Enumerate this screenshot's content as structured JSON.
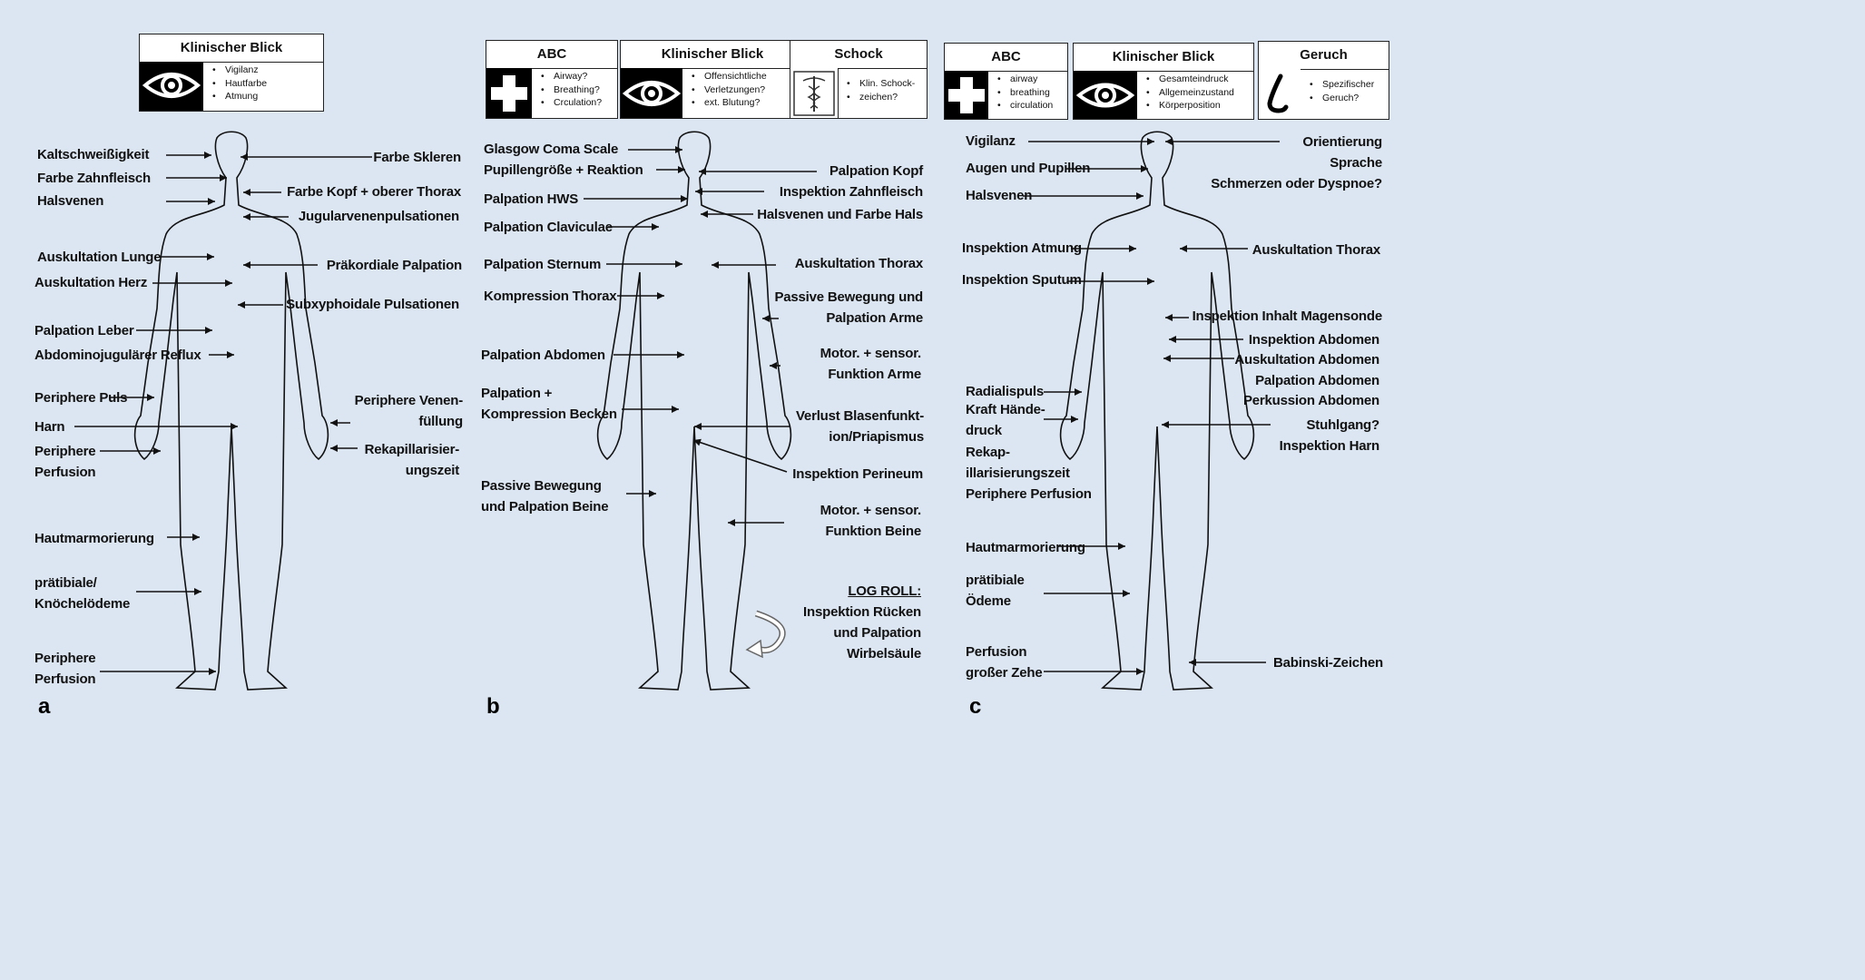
{
  "panels": {
    "a": {
      "letter": "a",
      "boxes": [
        {
          "title": "Klinischer Blick",
          "icon": "eye-icon",
          "items": [
            "Vigilanz",
            "Hautfarbe",
            "Atmung"
          ]
        }
      ],
      "left_labels": [
        "Kaltschweißigkeit",
        "Farbe Zahnfleisch",
        "Halsvenen",
        "Auskultation Lunge",
        "Auskultation Herz",
        "Palpation Leber",
        "Abdominojugulärer Reflux",
        "Periphere Puls",
        "Harn",
        "Periphere\nPerfusion",
        "Hautmarmorierung",
        "prätibiale/\nKnöchelödeme",
        "Periphere\nPerfusion"
      ],
      "right_labels": [
        "Farbe Skleren",
        "Farbe Kopf + oberer Thorax",
        "Jugularvenenpulsationen",
        "Präkordiale Palpation",
        "Subxyphoidale Pulsationen",
        "Periphere Venen-\nfüllung",
        "Rekapillarisier-\nungszeit"
      ]
    },
    "b": {
      "letter": "b",
      "boxes": [
        {
          "title": "ABC",
          "icon": "medical-cross-icon",
          "items": [
            "Airway?",
            "Breathing?",
            "Crculation?"
          ]
        },
        {
          "title": "Klinischer Blick",
          "icon": "eye-icon",
          "items": [
            "Offensichtliche",
            "Verletzungen?",
            "ext. Blutung?"
          ]
        },
        {
          "title": "Schock",
          "icon": "caduceus-icon",
          "items": [
            "Klin. Schock-",
            "zeichen?"
          ]
        }
      ],
      "left_labels": [
        "Glasgow Coma Scale",
        "Pupillengröße + Reaktion",
        "Palpation HWS",
        "Palpation Claviculae",
        "Palpation Sternum",
        "Kompression Thorax",
        "Palpation Abdomen",
        "Palpation +\nKompression Becken",
        "Passive Bewegung\nund Palpation Beine"
      ],
      "right_labels": [
        "Palpation Kopf",
        "Inspektion Zahnfleisch",
        "Halsvenen und Farbe Hals",
        "Auskultation Thorax",
        "Passive Bewegung und\nPalpation Arme",
        "Motor. + sensor.\nFunktion Arme",
        "Verlust Blasenfunkt-\nion/Priapismus",
        "Inspektion Perineum",
        "Motor. + sensor.\nFunktion Beine"
      ],
      "log_roll": {
        "title": "LOG ROLL:",
        "text": "Inspektion Rücken\nund Palpation\nWirbelsäule"
      }
    },
    "c": {
      "letter": "c",
      "boxes": [
        {
          "title": "ABC",
          "icon": "medical-cross-icon",
          "items": [
            "airway",
            "breathing",
            "circulation"
          ]
        },
        {
          "title": "Klinischer Blick",
          "icon": "eye-icon",
          "items": [
            "Gesamteindruck",
            "Allgemeinzustand",
            "Körperposition"
          ]
        },
        {
          "title": "Geruch",
          "icon": "nose-icon",
          "items": [
            "Spezifischer",
            "Geruch?"
          ]
        }
      ],
      "left_labels": [
        "Vigilanz",
        "Augen und Pupillen",
        "Halsvenen",
        "Inspektion Atmung",
        "Inspektion Sputum",
        "Radialispuls",
        "Kraft Hände-\ndruck",
        "Rekap-\nillarisierungszeit\nPeriphere Perfusion",
        "Hautmarmorierung",
        "prätibiale\nÖdeme",
        "Perfusion\ngroßer Zehe"
      ],
      "right_labels": [
        "Orientierung\nSprache\nSchmerzen oder Dyspnoe?",
        "Auskultation Thorax",
        "Inspektion Inhalt Magensonde",
        "Inspektion Abdomen",
        "Auskultation Abdomen",
        "Palpation Abdomen",
        "Perkussion Abdomen",
        "Stuhlgang?\nInspektion Harn",
        "Babinski-Zeichen"
      ]
    }
  },
  "colors": {
    "background": "#dce6f2",
    "ink": "#111111",
    "box_fill": "#ffffff"
  }
}
